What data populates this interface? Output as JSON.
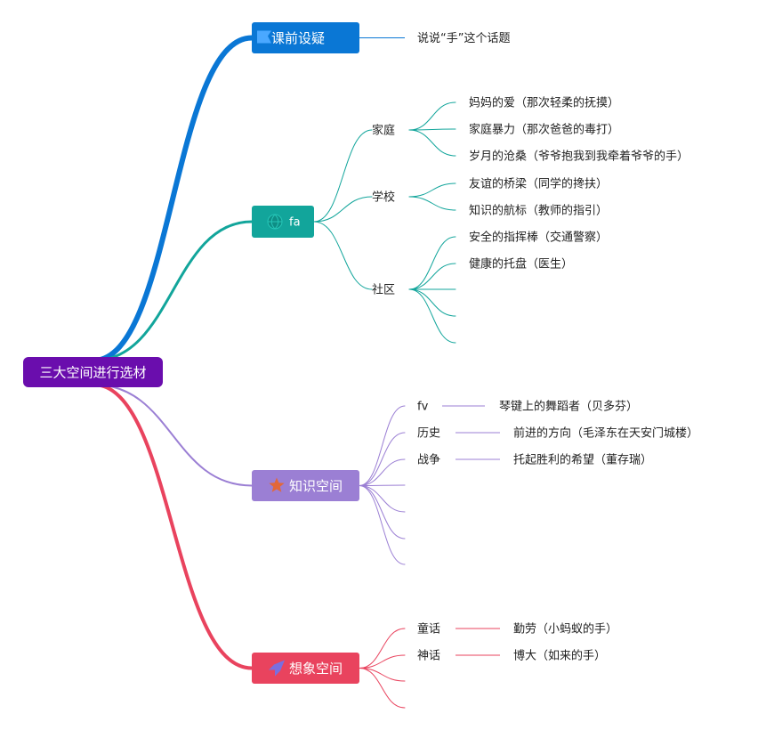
{
  "root": {
    "label": "三大空间进行选材",
    "color": "#6a0dad"
  },
  "branches": [
    {
      "key": "pre",
      "label": "课前设疑",
      "color": "#0a77d5",
      "icon": "flag-icon",
      "children": [
        {
          "label": "说说“手”这个话题",
          "children": []
        }
      ]
    },
    {
      "key": "life",
      "label": "fa",
      "color": "#12a59b",
      "icon": "globe-icon",
      "children": [
        {
          "label": "家庭",
          "children": [
            {
              "label": "妈妈的爱（那次轻柔的抚摸）"
            },
            {
              "label": "家庭暴力（那次爸爸的毒打）"
            },
            {
              "label": "岁月的沧桑（爷爷抱我到我牵着爷爷的手）"
            }
          ]
        },
        {
          "label": "学校",
          "children": [
            {
              "label": "友谊的桥梁（同学的搀扶）"
            },
            {
              "label": "知识的航标（教师的指引）"
            }
          ]
        },
        {
          "label": "社区",
          "children": [
            {
              "label": "安全的指挥棒（交通警察）"
            },
            {
              "label": "健康的托盘（医生）"
            },
            {
              "label": ""
            },
            {
              "label": ""
            },
            {
              "label": ""
            }
          ]
        }
      ]
    },
    {
      "key": "knowledge",
      "label": "知识空间",
      "color": "#9b7fd4",
      "icon": "star-icon",
      "children": [
        {
          "label": "fv",
          "children": [
            {
              "label": "琴键上的舞蹈者（贝多芬）"
            }
          ]
        },
        {
          "label": "历史",
          "children": [
            {
              "label": "前进的方向（毛泽东在天安门城楼）"
            }
          ]
        },
        {
          "label": "战争",
          "children": [
            {
              "label": "托起胜利的希望（董存瑞）"
            }
          ]
        },
        {
          "label": "",
          "children": []
        },
        {
          "label": "",
          "children": []
        },
        {
          "label": "",
          "children": []
        },
        {
          "label": "",
          "children": []
        }
      ]
    },
    {
      "key": "imagination",
      "label": "想象空间",
      "color": "#e9435e",
      "icon": "rocket-icon",
      "children": [
        {
          "label": "童话",
          "children": [
            {
              "label": "勤劳（小蚂蚁的手）"
            }
          ]
        },
        {
          "label": "神话",
          "children": [
            {
              "label": "博大（如来的手）"
            }
          ]
        },
        {
          "label": "",
          "children": []
        },
        {
          "label": "",
          "children": []
        }
      ]
    }
  ]
}
